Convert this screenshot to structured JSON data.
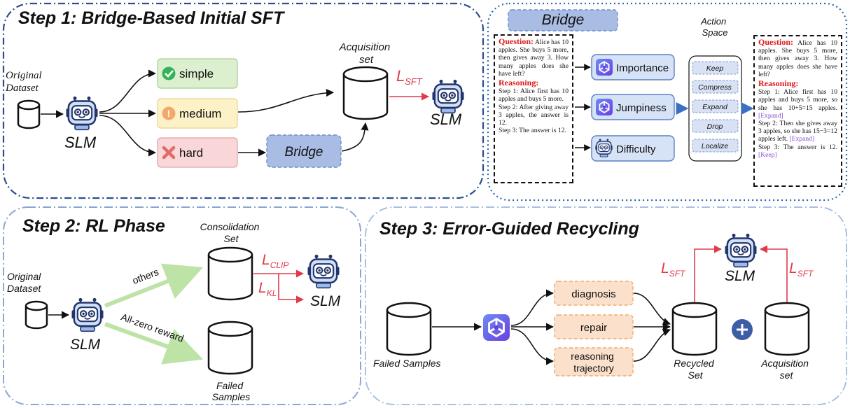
{
  "step1": {
    "title": "Step 1: Bridge-Based Initial SFT",
    "original_dataset": [
      "Original",
      "Dataset"
    ],
    "slm": "SLM",
    "simple": "simple",
    "medium": "medium",
    "hard": "hard",
    "bridge": "Bridge",
    "acquisition_set": [
      "Acquisition",
      "set"
    ],
    "loss_main": "L",
    "loss_sub": "SFT",
    "slm2": "SLM"
  },
  "bridge_panel": {
    "title": "Bridge",
    "action_space": [
      "Action",
      "Space"
    ],
    "question_label": "Question:",
    "question_text": "Alice has 10 apples. She buys 5 more, then gives away 3. How many apples does she have left?",
    "reasoning_label": "Reasoning:",
    "steps_left": [
      "Step 1: Alice first has 10 apples and buys 5 more.",
      "Step 2: After giving away 3 apples, the answer is 12.",
      "Step 3:  The answer is 12."
    ],
    "importance": "Importance",
    "jumpiness": "Jumpiness",
    "difficulty": "Difficulty",
    "actions": [
      "Keep",
      "Compress",
      "Expand",
      "Drop",
      "Localize"
    ],
    "right_step1": "Step 1: Alice first has 10 apples and buys 5 more, so she has 10+5=15 apples.",
    "right_step2": "Step 2: Then she gives away 3 apples, so she has 15−3=12 apples left.",
    "right_step3": "Step 3: The answer is 12.",
    "tag_expand": "[Expand]",
    "tag_keep": "[Keep]"
  },
  "step2": {
    "title": "Step 2: RL Phase",
    "consolidation_set": [
      "Consolidation",
      "Set"
    ],
    "others": "others",
    "all_zero": "All-zero reward",
    "original_dataset": [
      "Original",
      "Dataset"
    ],
    "slm": "SLM",
    "slm2": "SLM",
    "l_clip_main": "L",
    "l_clip_sub": "CLIP",
    "l_kl_main": "L",
    "l_kl_sub": "KL",
    "failed_samples": [
      "Failed",
      "Samples"
    ]
  },
  "step3": {
    "title": "Step 3: Error-Guided Recycling",
    "failed_samples": "Failed Samples",
    "diagnosis": "diagnosis",
    "repair": "repair",
    "reasoning_trajectory": [
      "reasoning",
      "trajectory"
    ],
    "recycled_set": [
      "Recycled",
      "Set"
    ],
    "acquisition_set": [
      "Acquisition",
      "set"
    ],
    "slm": "SLM",
    "loss_main": "L",
    "loss_sub": "SFT"
  },
  "colors": {
    "border_blue": "#2a4f8a",
    "border_light": "#a9bfe6",
    "red_loss": "#e03a4b",
    "bridge_fill": "#a9bce4",
    "simple_fill": "#dcefcf",
    "medium_fill": "#fdf1c8",
    "hard_fill": "#f9d7d9",
    "process_fill": "#fbe1cc",
    "purple": "#6a4ee8"
  }
}
